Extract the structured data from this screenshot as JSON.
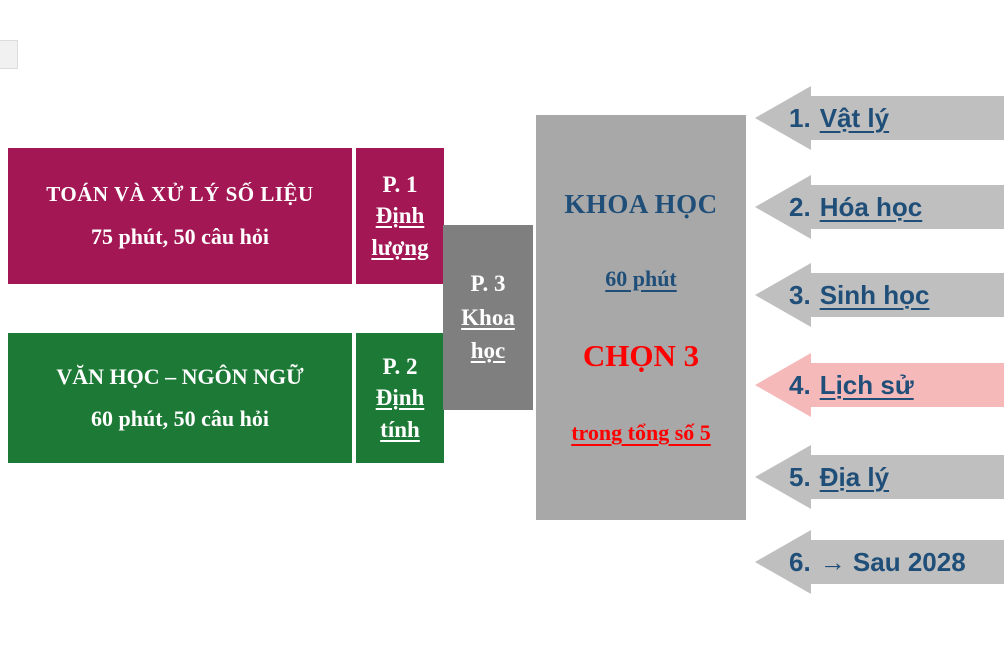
{
  "colors": {
    "maroon": "#a31854",
    "green": "#1d7a36",
    "gray-dark": "#7f7f7f",
    "gray-light": "#a8a8a8",
    "arrow-gray": "#bfbfbf",
    "arrow-pink": "#f5b9ba",
    "blue": "#1f4e79",
    "red": "#fe0000"
  },
  "left_column": {
    "math_box": {
      "title": "TOÁN VÀ XỬ LÝ SỐ LIỆU",
      "subtitle": "75 phút, 50 câu hỏi"
    },
    "p1_box": {
      "code": "P. 1",
      "label": "Định lượng"
    },
    "literature_box": {
      "title": "VĂN HỌC – NGÔN NGỮ",
      "subtitle": "60 phút, 50 câu hỏi"
    },
    "p2_box": {
      "code": "P. 2",
      "label": "Định tính"
    }
  },
  "center": {
    "p3_box": {
      "code": "P. 3",
      "label": "Khoa học"
    },
    "science_box": {
      "title": "KHOA HỌC",
      "duration": "60 phút",
      "choose": "CHỌN 3",
      "choose_note": "trong tổng số 5"
    }
  },
  "subjects": [
    {
      "number": "1.",
      "label": "Vật lý",
      "highlighted": false
    },
    {
      "number": "2.",
      "label": "Hóa học",
      "highlighted": false
    },
    {
      "number": "3.",
      "label": "Sinh học",
      "highlighted": false
    },
    {
      "number": "4.",
      "label": "Lịch sử",
      "highlighted": true
    },
    {
      "number": "5.",
      "label": "Địa lý",
      "highlighted": false
    },
    {
      "number": "6.",
      "label": "→ Sau 2028",
      "highlighted": false
    }
  ]
}
